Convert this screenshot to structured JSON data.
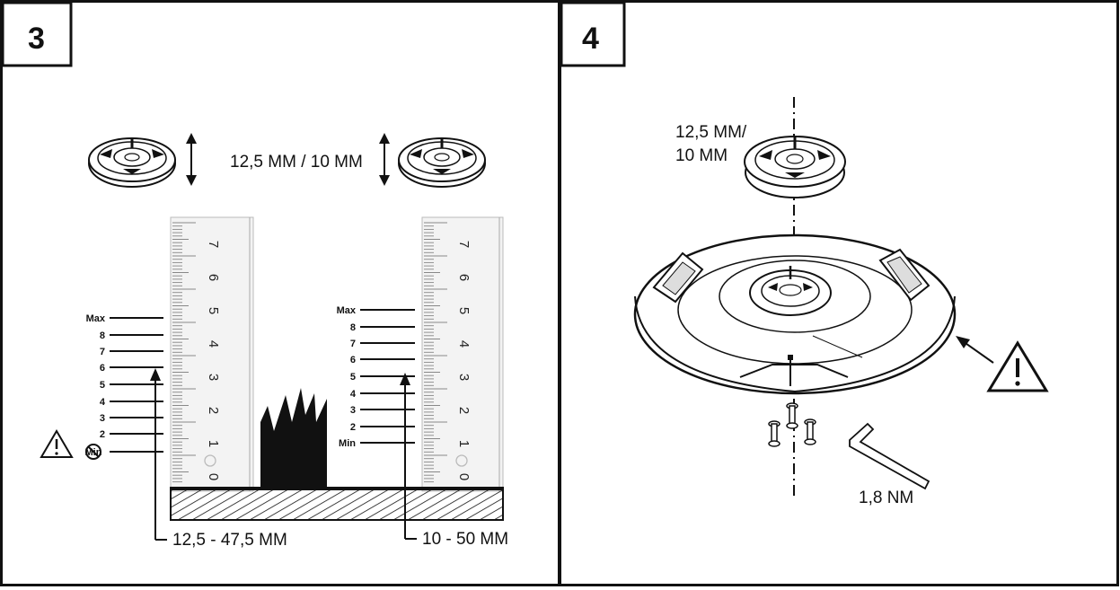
{
  "step3": {
    "number": "3",
    "height_label": "12,5 MM / 10 MM",
    "left_scale": [
      "Max",
      "8",
      "7",
      "6",
      "5",
      "4",
      "3",
      "2",
      "Min"
    ],
    "right_scale": [
      "Max",
      "8",
      "7",
      "6",
      "5",
      "4",
      "3",
      "2",
      "Min"
    ],
    "ruler_numbers": [
      "7",
      "6",
      "5",
      "4",
      "3",
      "2",
      "1",
      "0"
    ],
    "left_range": "12,5 - 47,5 MM",
    "right_range": "10 - 50 MM"
  },
  "step4": {
    "number": "4",
    "disc_label_line1": "12,5 MM/",
    "disc_label_line2": "10 MM",
    "torque_label": "1,8 NM"
  }
}
